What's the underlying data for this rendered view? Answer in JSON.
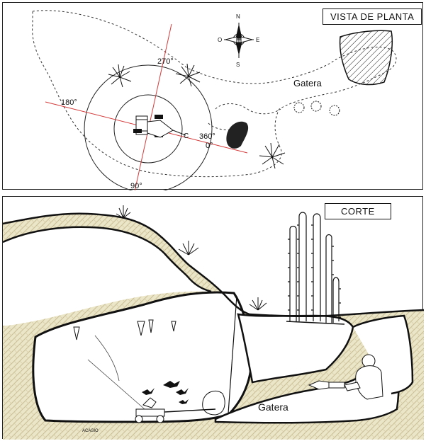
{
  "plan": {
    "title": "VISTA DE PLANTA",
    "compass": {
      "n": "N",
      "s": "S",
      "e": "E",
      "w": "O"
    },
    "angles": {
      "a270": "270°",
      "a180": "180°",
      "a360": "360°",
      "a0": "0°",
      "a90": "90°"
    },
    "tunnel_label": "Gatera",
    "marker": "C"
  },
  "section": {
    "title": "CORTE",
    "tunnel_label": "Gatera",
    "signature": "ACASIO"
  },
  "colors": {
    "rock": "#ece6c8",
    "rock_hatch": "#c9bf98",
    "line": "#111111",
    "axis": "#d43a3a"
  }
}
